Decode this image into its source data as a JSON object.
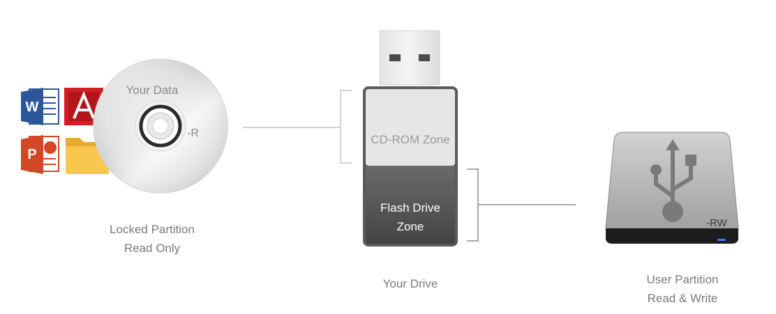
{
  "cd": {
    "label": "Your Data",
    "suffix": "-R",
    "caption_line1": "Locked Partition",
    "caption_line2": "Read Only"
  },
  "file_icons": [
    {
      "name": "word-icon",
      "letter": "W",
      "color": "#2b579a"
    },
    {
      "name": "acrobat-icon",
      "letter": "A",
      "color": "#d01f24"
    },
    {
      "name": "powerpoint-icon",
      "letter": "P",
      "color": "#d24726"
    },
    {
      "name": "folder-icon",
      "letter": "",
      "color": "#f8c74e"
    }
  ],
  "drive": {
    "cdrom_zone": "CD-ROM Zone",
    "flash_zone_line1": "Flash Drive",
    "flash_zone_line2": "Zone",
    "caption": "Your Drive"
  },
  "disk": {
    "suffix": "-RW",
    "caption_line1": "User Partition",
    "caption_line2": "Read & Write"
  },
  "colors": {
    "connector": "#d0d0d0",
    "cdrom_zone_bg": "#e6e6e6",
    "flash_zone_bg": "#555555",
    "caption_text": "#7a7a7a"
  }
}
